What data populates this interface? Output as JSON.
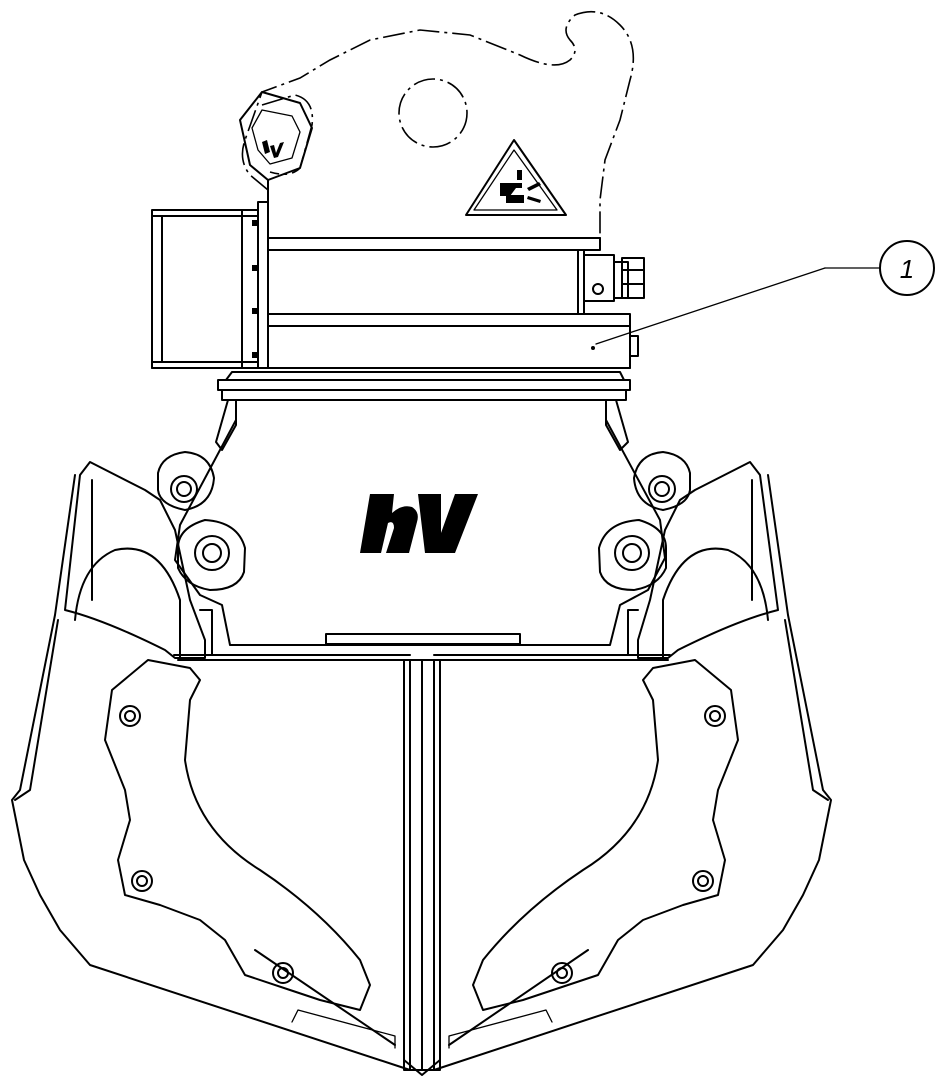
{
  "callouts": [
    {
      "number": "1"
    }
  ],
  "colors": {
    "line": "#000000",
    "background": "#ffffff"
  },
  "icons": {
    "brand_logo": "hv-logo",
    "warning_sign": "crush-hazard-warning-triangle"
  }
}
